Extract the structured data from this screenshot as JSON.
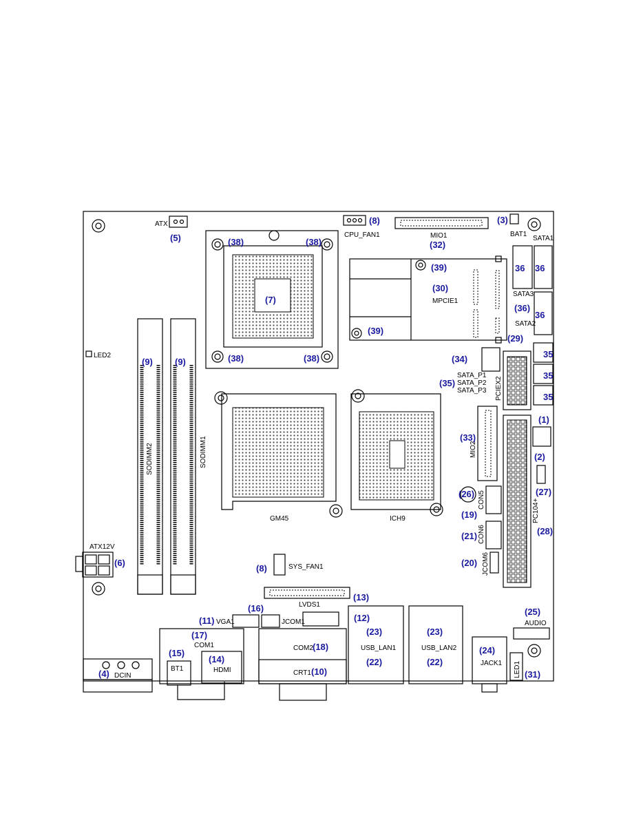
{
  "components": {
    "atx": "ATX",
    "cpu_fan": "CPU_FAN1",
    "mio1": "MIO1",
    "bat1": "BAT1",
    "sata1": "SATA1",
    "sata2": "SATA2",
    "sata3": "SATA3",
    "mpcie1": "MPCIE1",
    "led2": "LED2",
    "sodimm1": "SODIMM1",
    "sodimm2": "SODIMM2",
    "sata_p1": "SATA_P1",
    "sata_p2": "SATA_P2",
    "sata_p3": "SATA_P3",
    "pciex2": "PCIEX2",
    "mio2": "MIO2",
    "gm45": "GM45",
    "ich9": "ICH9",
    "con5": "CON5",
    "con6": "CON6",
    "jcom6": "JCOM6",
    "pc104": "PC104+",
    "atx12v": "ATX12V",
    "sys_fan": "SYS_FAN1",
    "lvds1": "LVDS1",
    "vga1": "VGA1",
    "jcom1": "JCOM1",
    "com1": "COM1",
    "com2": "COM2",
    "crt1": "CRT1",
    "usb_lan1": "USB_LAN1",
    "usb_lan2": "USB_LAN2",
    "jack1": "JACK1",
    "audio": "AUDIO",
    "led1": "LED1",
    "bt1": "BT1",
    "hdmi": "HDMI",
    "dcin": "DCIN"
  },
  "callouts": {
    "c1": "(1)",
    "c2": "(2)",
    "c3": "(3)",
    "c4": "(4)",
    "c5": "(5)",
    "c6": "(6)",
    "c7": "(7)",
    "c8": "(8)",
    "c9": "(9)",
    "c10": "(10)",
    "c11": "(11)",
    "c12": "(12)",
    "c13": "(13)",
    "c14": "(14)",
    "c15": "(15)",
    "c16": "(16)",
    "c17": "(17)",
    "c18": "(18)",
    "c19": "(19)",
    "c20": "(20)",
    "c21": "(21)",
    "c22": "(22)",
    "c23": "(23)",
    "c24": "(24)",
    "c25": "(25)",
    "c26": "(26)",
    "c27": "(27)",
    "c28": "(28)",
    "c29": "(29)",
    "c30": "(30)",
    "c31": "(31)",
    "c32": "(32)",
    "c33": "(33)",
    "c34": "(34)",
    "c35": "(35)",
    "c36": "(36)",
    "c38": "(38)",
    "c39": "(39)",
    "n35": "35",
    "n36": "36"
  }
}
